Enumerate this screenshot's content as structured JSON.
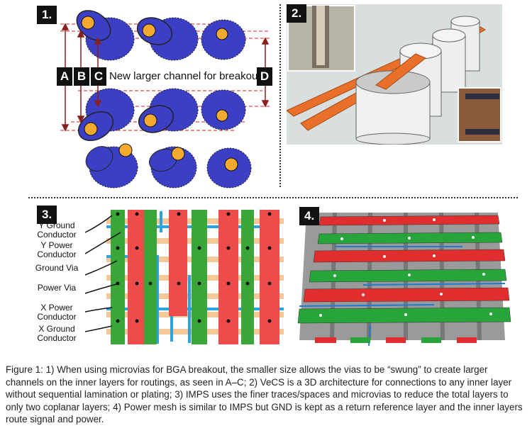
{
  "figure": {
    "panel1": {
      "number": "1.",
      "letters": [
        "A",
        "B",
        "C",
        "D"
      ],
      "channel_label": "New larger channel for breakout",
      "colors": {
        "pad": "#3a3fc4",
        "via": "#f4a931",
        "guide": "#d22"
      }
    },
    "panel2": {
      "number": "2."
    },
    "panel3": {
      "number": "3.",
      "labels": [
        "Y Ground Conductor",
        "Y Power Conductor",
        "Ground Via",
        "Power Via",
        "X Power Conductor",
        "X Ground Conductor"
      ],
      "colors": {
        "ground": "#3aa63a",
        "power": "#ee4b4b",
        "signal": "#2aa3e0"
      }
    },
    "panel4": {
      "number": "4."
    }
  },
  "caption": "Figure 1: 1) When using microvias for BGA breakout, the smaller size allows the vias to be “swung” to create larger channels on the inner layers for routings, as seen in A–C; 2) VeCS is a 3D architecture for connections to any inner layer without sequential lamination or plating; 3) IMPS uses the finer traces/spaces and microvias to reduce the total layers to only two coplanar layers; 4) Power mesh is similar to IMPS but GND is kept as a return reference layer and the inner layers route signal and power."
}
